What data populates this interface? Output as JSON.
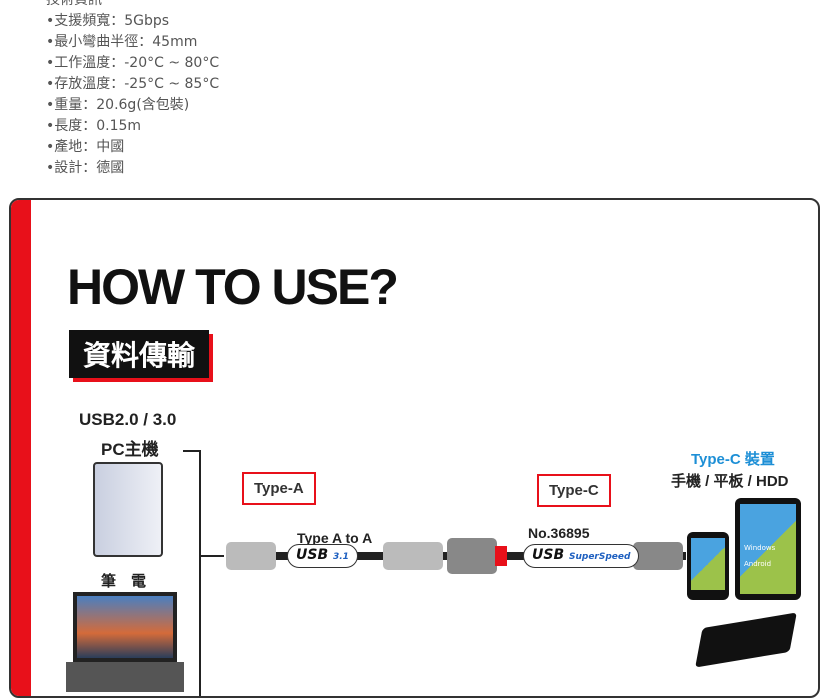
{
  "specs": {
    "heading": "技術資訊",
    "items": [
      "•支援頻寬：5Gbps",
      "•最小彎曲半徑：45mm",
      "•工作溫度：-20°C ~ 80°C",
      "•存放溫度：-25°C ~ 85°C",
      "•重量：20.6g(含包裝)",
      "•長度：0.15m",
      "•產地：中國",
      "•設計：德國"
    ]
  },
  "howto": {
    "title": "HOW TO USE?",
    "badge": "資料傳輸",
    "host_line1": "USB2.0 / 3.0",
    "host_line2": "PC主機",
    "notebook": "筆　電",
    "type_a": "Type-A",
    "type_c": "Type-C",
    "a_to_a": "Type A to A",
    "model": "No.36895",
    "usb_logo": "USB",
    "usb_ver": "3.1",
    "usb_ss": "SuperSpeed",
    "device_title": "Type-C 裝置",
    "device_list": "手機 / 平板 / HDD",
    "windows": "Windows",
    "android": "Android"
  },
  "colors": {
    "accent": "#e8101a",
    "blue": "#1d8fd6"
  }
}
